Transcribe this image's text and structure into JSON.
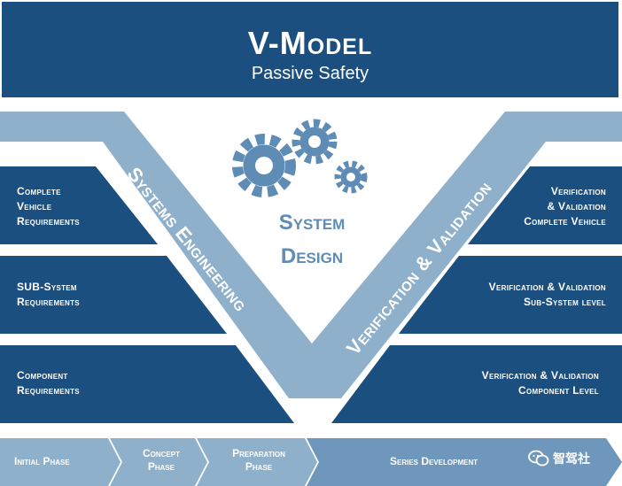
{
  "header": {
    "title": "V-Model",
    "subtitle": "Passive Safety"
  },
  "left_levels": [
    {
      "lines": [
        "Complete",
        "Vehicle",
        "Requirements"
      ]
    },
    {
      "lines": [
        "SUB-System",
        "Requirements"
      ]
    },
    {
      "lines": [
        "Component",
        "Requirements"
      ]
    }
  ],
  "right_levels": [
    {
      "lines": [
        "Verification",
        "& Validation",
        "Complete Vehicle"
      ]
    },
    {
      "lines": [
        "Verification  & Validation",
        "Sub-System level"
      ]
    },
    {
      "lines": [
        "Verification  & Validation",
        "Component Level"
      ]
    }
  ],
  "v_arms": {
    "left": "Systems Engineering",
    "right": "Verification & Validation"
  },
  "center": {
    "line1": "System",
    "line2": "Design"
  },
  "phases": {
    "initial": "Initial Phase",
    "concept": [
      "Concept",
      "Phase"
    ],
    "preparation": [
      "Preparation",
      "Phase"
    ],
    "series": "Series Development"
  },
  "watermark": "智驾社",
  "colors": {
    "dark_blue": "#1b4f7f",
    "light_blue": "#8fb0cb",
    "gear_blue": "#5f8cb5"
  },
  "icons": [
    "gear-icon",
    "wechat-icon"
  ]
}
